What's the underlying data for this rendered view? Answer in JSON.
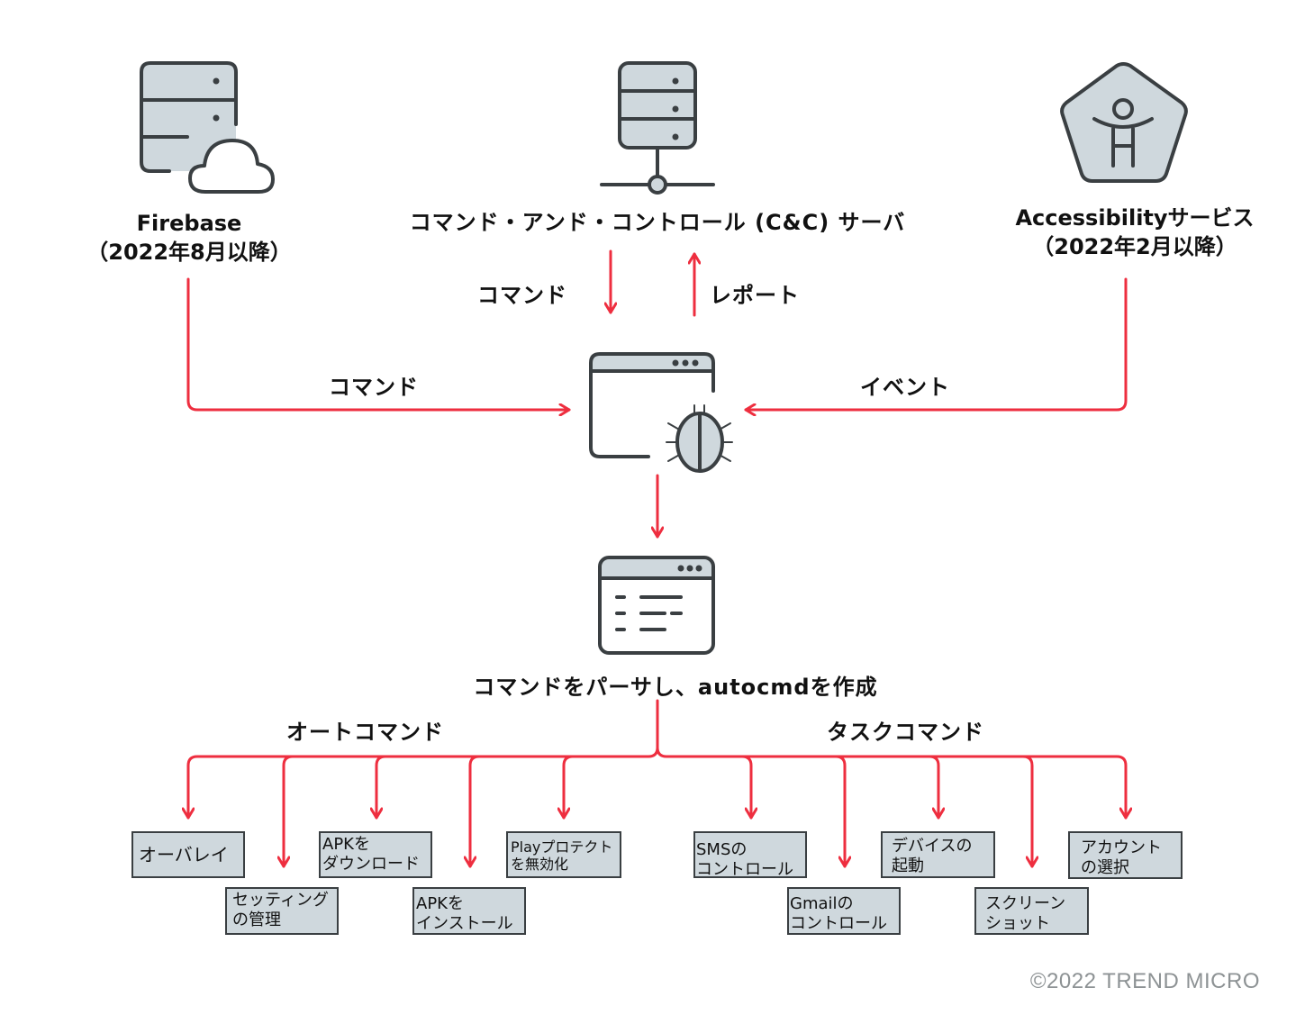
{
  "colors": {
    "arrow": "#ee2e3f",
    "icon_stroke": "#3a3f42",
    "icon_fill": "#cfd8dd",
    "box_fill": "#cfd8dd",
    "copyright": "#8d9294"
  },
  "sources": {
    "firebase": {
      "icon": "server-cloud-icon",
      "title": "Firebase",
      "subtitle": "（2022年8月以降）"
    },
    "cnc": {
      "icon": "network-server-icon",
      "title": "コマンド・アンド・コントロール (C&C) サーバ"
    },
    "accessibility": {
      "icon": "accessibility-icon",
      "title": "Accessibilityサービス",
      "subtitle": "（2022年2月以降）"
    }
  },
  "edges": {
    "cnc_command": "コマンド",
    "cnc_report": "レポート",
    "firebase_command": "コマンド",
    "accessibility_event": "イベント"
  },
  "malware": {
    "icon": "malware-app-icon"
  },
  "parser": {
    "icon": "command-list-window-icon",
    "label": "コマンドをパーサし、autocmdを作成"
  },
  "branches": {
    "auto": {
      "label": "オートコマンド",
      "items": [
        {
          "line1": "オーバレイ",
          "line2": ""
        },
        {
          "line1": "セッティング",
          "line2": "の管理"
        },
        {
          "line1": "APKを",
          "line2": "ダウンロード"
        },
        {
          "line1": "APKを",
          "line2": "インストール"
        },
        {
          "line1": "Playプロテクト",
          "line2": "を無効化"
        }
      ]
    },
    "task": {
      "label": "タスクコマンド",
      "items": [
        {
          "line1": "SMSの",
          "line2": "コントロール"
        },
        {
          "line1": "Gmailの",
          "line2": "コントロール"
        },
        {
          "line1": "デバイスの",
          "line2": "起動"
        },
        {
          "line1": "スクリーン",
          "line2": "ショット"
        },
        {
          "line1": "アカウント",
          "line2": "の選択"
        }
      ]
    }
  },
  "footer": {
    "copyright": "©2022 TREND MICRO"
  }
}
